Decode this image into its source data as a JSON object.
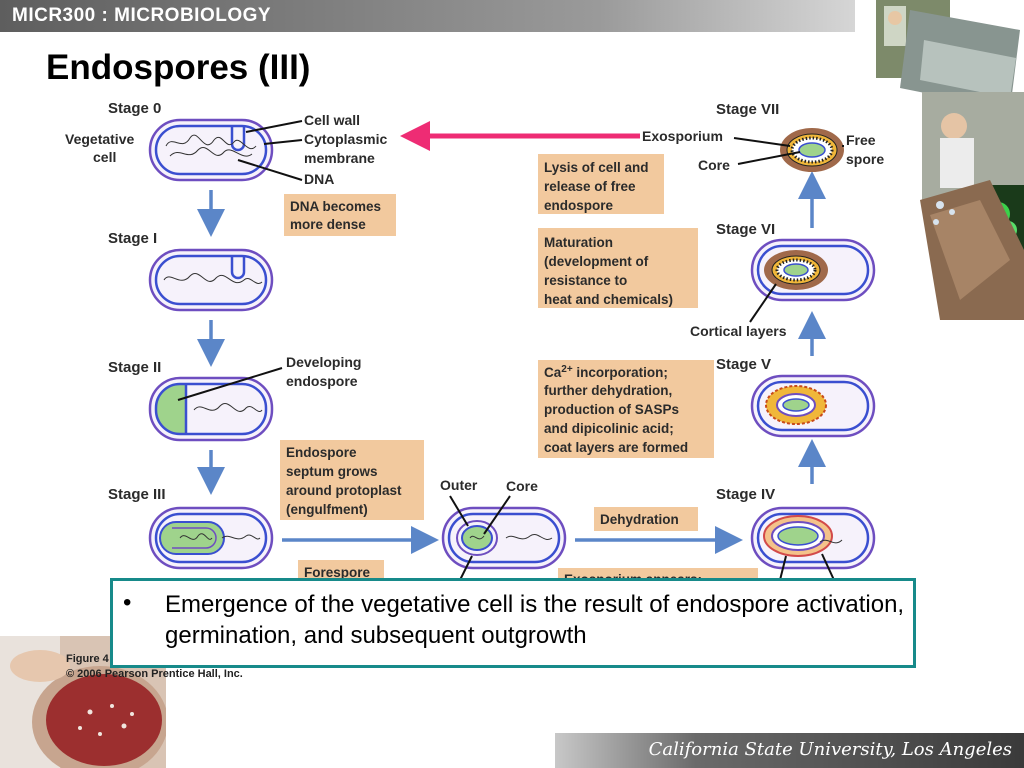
{
  "header": {
    "title": "MICR300 : MICROBIOLOGY"
  },
  "slide": {
    "title": "Endospores (III)"
  },
  "diagram": {
    "stages": {
      "s0": "Stage 0",
      "s1": "Stage I",
      "s2": "Stage II",
      "s3": "Stage III",
      "s4": "Stage IV",
      "s5": "Stage V",
      "s6": "Stage VI",
      "s7": "Stage VII"
    },
    "labels": {
      "vegetative_1": "Vegetative",
      "vegetative_2": "cell",
      "cell_wall": "Cell wall",
      "cyto_1": "Cytoplasmic",
      "cyto_2": "membrane",
      "dna": "DNA",
      "developing_1": "Developing",
      "developing_2": "endospore",
      "outer": "Outer",
      "core": "Core",
      "cortical": "Cortical layers",
      "exosporium": "Exosporium",
      "core_s7": "Core",
      "free_1": "Free",
      "free_2": "spore"
    },
    "notes": {
      "dna_dense": [
        "DNA becomes",
        "more dense"
      ],
      "septum": [
        "Endospore",
        "septum grows",
        "around protoplast",
        "(engulfment)"
      ],
      "forespore": [
        "Forespore"
      ],
      "dehydration": [
        "Dehydration"
      ],
      "exosporium_appears": [
        "Exosporium appears;"
      ],
      "ca_prefix": "Ca",
      "ca_superscript": "2+",
      "ca_rest": " incorporation;",
      "ca_lines": [
        "further dehydration,",
        "production of SASPs",
        "and dipicolinic acid;",
        "coat layers are formed"
      ],
      "maturation": [
        "Maturation",
        "(development of",
        "resistance to",
        "heat and chemicals)"
      ],
      "lysis": [
        "Lysis of cell and",
        "release of free",
        "endospore"
      ]
    },
    "caption": {
      "figure": "Figure 4",
      "copyright": "© 2006 Pearson Prentice Hall, Inc."
    }
  },
  "bullet": {
    "text": "Emergence of the vegetative cell is the result of endospore activation, germination, and subsequent outgrowth"
  },
  "footer": {
    "institution": "California State University, Los Angeles"
  },
  "colors": {
    "note_fill": "#f2c99e",
    "cell_fill": "#f6f2fb",
    "cell_outline": "#6e4ec0",
    "membrane": "#3a4fd0",
    "forespore_fill": "#9fd38c",
    "process_arrow": "#5b86c8",
    "highlight_arrow": "#ee2c74",
    "box_border": "#178a8a"
  }
}
